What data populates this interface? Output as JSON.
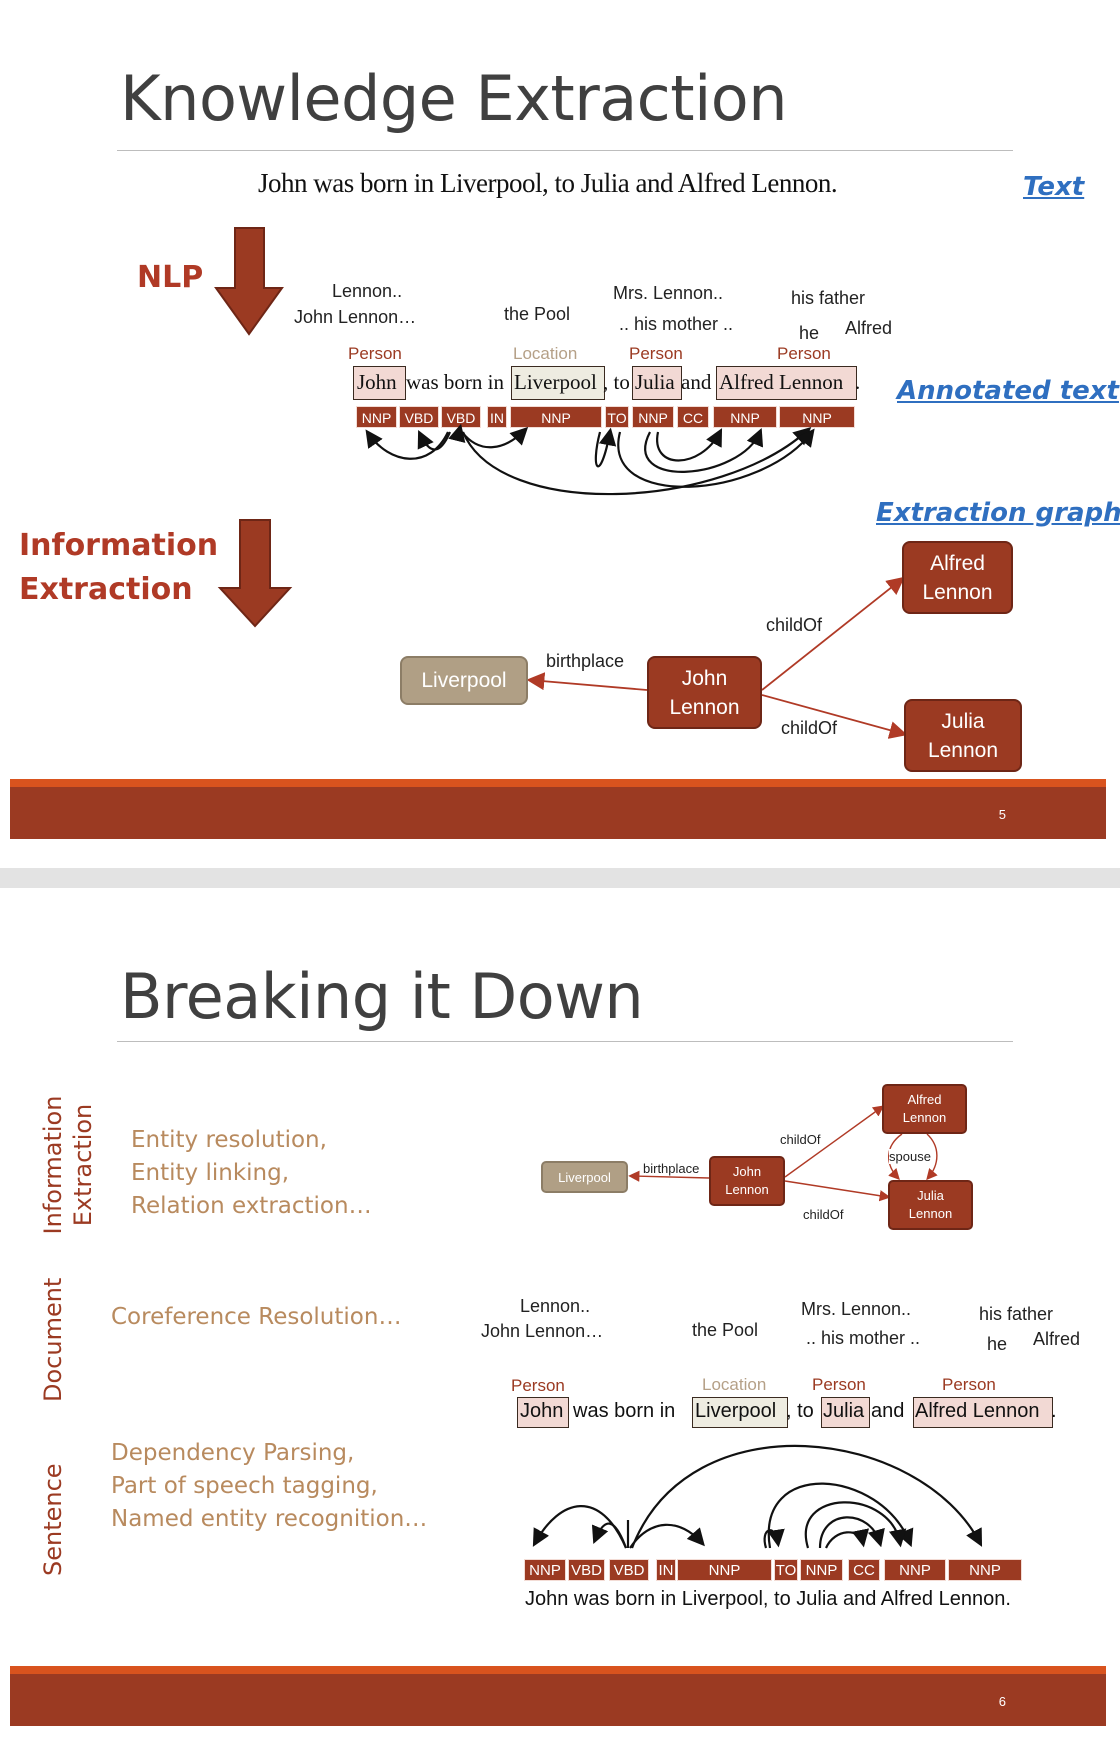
{
  "slide1": {
    "title": "Knowledge Extraction",
    "sentence": "John was born in Liverpool, to Julia and Alfred Lennon.",
    "text_link": "Text",
    "nlp_label": "NLP",
    "info_extraction_line1": "Information",
    "info_extraction_line2": "Extraction",
    "annotated_text_link": "Annotated text",
    "extraction_graph_link": "Extraction graph",
    "coref": {
      "c1a": "Lennon..",
      "c1b": "John Lennon…",
      "c2": "the Pool",
      "c3a": "Mrs. Lennon..",
      "c3b": ".. his mother ..",
      "c4a": "his father",
      "c4b": "he",
      "c4c": "Alfred"
    },
    "entity_labels": {
      "e1": "Person",
      "e2": "Location",
      "e3": "Person",
      "e4": "Person"
    },
    "words": {
      "john": "John",
      "wasbornin": "was born in",
      "liverpool": "Liverpool",
      "comma_to": ", to",
      "julia": "Julia",
      "and": "and",
      "alfred": "Alfred Lennon",
      "dot": "."
    },
    "tags": [
      "NNP",
      "VBD",
      "VBD",
      "IN",
      "NNP",
      "TO",
      "NNP",
      "CC",
      "NNP",
      "NNP"
    ],
    "graph": {
      "liverpool": "Liverpool",
      "john_l1": "John",
      "john_l2": "Lennon",
      "alfred_l1": "Alfred",
      "alfred_l2": "Lennon",
      "julia_l1": "Julia",
      "julia_l2": "Lennon",
      "edge_birthplace": "birthplace",
      "edge_childof_1": "childOf",
      "edge_childof_2": "childOf"
    },
    "page_number": "5"
  },
  "slide2": {
    "title": "Breaking it Down",
    "level_ie_line1": "Information",
    "level_ie_line2": "Extraction",
    "level_document": "Document",
    "level_sentence": "Sentence",
    "ie_tasks": [
      "Entity resolution,",
      "Entity linking,",
      "Relation extraction…"
    ],
    "doc_tasks": [
      "Coreference Resolution…"
    ],
    "sent_tasks": [
      "Dependency Parsing,",
      "Part of speech tagging,",
      "Named entity recognition…"
    ],
    "graph": {
      "liverpool": "Liverpool",
      "john_l1": "John",
      "john_l2": "Lennon",
      "alfred_l1": "Alfred",
      "alfred_l2": "Lennon",
      "julia_l1": "Julia",
      "julia_l2": "Lennon",
      "edge_birthplace": "birthplace",
      "edge_childof_1": "childOf",
      "edge_childof_2": "childOf",
      "edge_spouse": "spouse"
    },
    "coref": {
      "c1a": "Lennon..",
      "c1b": "John Lennon…",
      "c2": "the Pool",
      "c3a": "Mrs. Lennon..",
      "c3b": ".. his mother ..",
      "c4a": "his father",
      "c4b": "he",
      "c4c": "Alfred"
    },
    "entity_labels": {
      "e1": "Person",
      "e2": "Location",
      "e3": "Person",
      "e4": "Person"
    },
    "words": {
      "john": "John",
      "wasbornin": "was born in",
      "liverpool": "Liverpool",
      "comma_to": ", to",
      "julia": "Julia",
      "and": "and",
      "alfred": "Alfred Lennon",
      "dot": "."
    },
    "tags": [
      "NNP",
      "VBD",
      "VBD",
      "IN",
      "NNP",
      "TO",
      "NNP",
      "CC",
      "NNP",
      "NNP"
    ],
    "sentence": "John was born in Liverpool, to Julia and Alfred Lennon.",
    "page_number": "6"
  },
  "colors": {
    "brand_red": "#9b3a22",
    "accent_orange": "#d9531e",
    "location_tan": "#b09f85",
    "link_blue": "#2f6fc0",
    "task_tan": "#b88a5e"
  }
}
